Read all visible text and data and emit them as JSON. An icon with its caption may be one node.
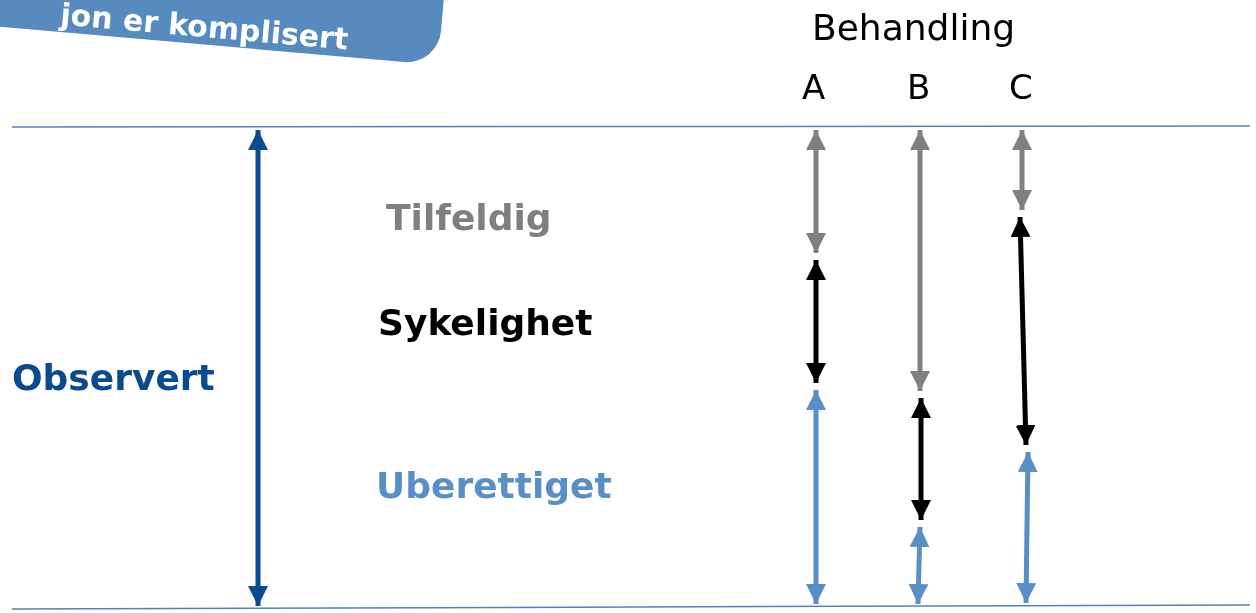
{
  "diagram": {
    "labels": [
      "jon er komplisert",
      "Behandling",
      "A",
      "B",
      "C",
      "Tilfeldig",
      "Sykelighet",
      "Observert",
      "Uberettiget"
    ]
  }
}
